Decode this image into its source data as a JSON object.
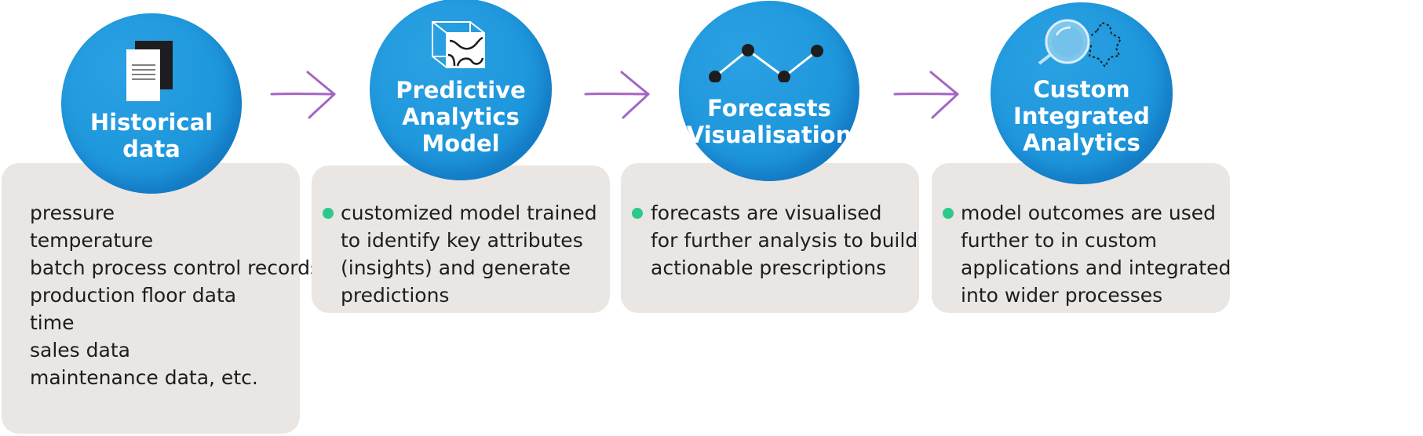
{
  "colors": {
    "circle": "#1f97dc",
    "card": "#e9e6e4",
    "arrow": "#a565c4",
    "bullet": "#2cc98a",
    "text": "#1d1d1f"
  },
  "steps": [
    {
      "icon": "document-icon",
      "title": [
        "Historical",
        "data"
      ],
      "bullet": false,
      "lines": [
        "pressure",
        "temperature",
        "batch process control records",
        "production floor data",
        "time",
        "sales data",
        "maintenance data, etc."
      ]
    },
    {
      "icon": "cube-icon",
      "title": [
        "Predictive",
        "Analytics",
        "Model"
      ],
      "bullet": true,
      "lines": [
        "customized model trained",
        "to identify key attributes",
        "(insights) and generate",
        "predictions"
      ]
    },
    {
      "icon": "line-chart-icon",
      "title": [
        "Forecasts",
        "Visualisation"
      ],
      "bullet": true,
      "lines": [
        "forecasts are visualised",
        "for further analysis to build",
        "actionable prescriptions"
      ]
    },
    {
      "icon": "magnifier-map-icon",
      "title": [
        "Custom",
        "Integrated",
        "Analytics"
      ],
      "bullet": true,
      "lines": [
        "model outcomes are used",
        "further to in custom",
        "applications and integrated",
        "into wider processes"
      ]
    }
  ]
}
